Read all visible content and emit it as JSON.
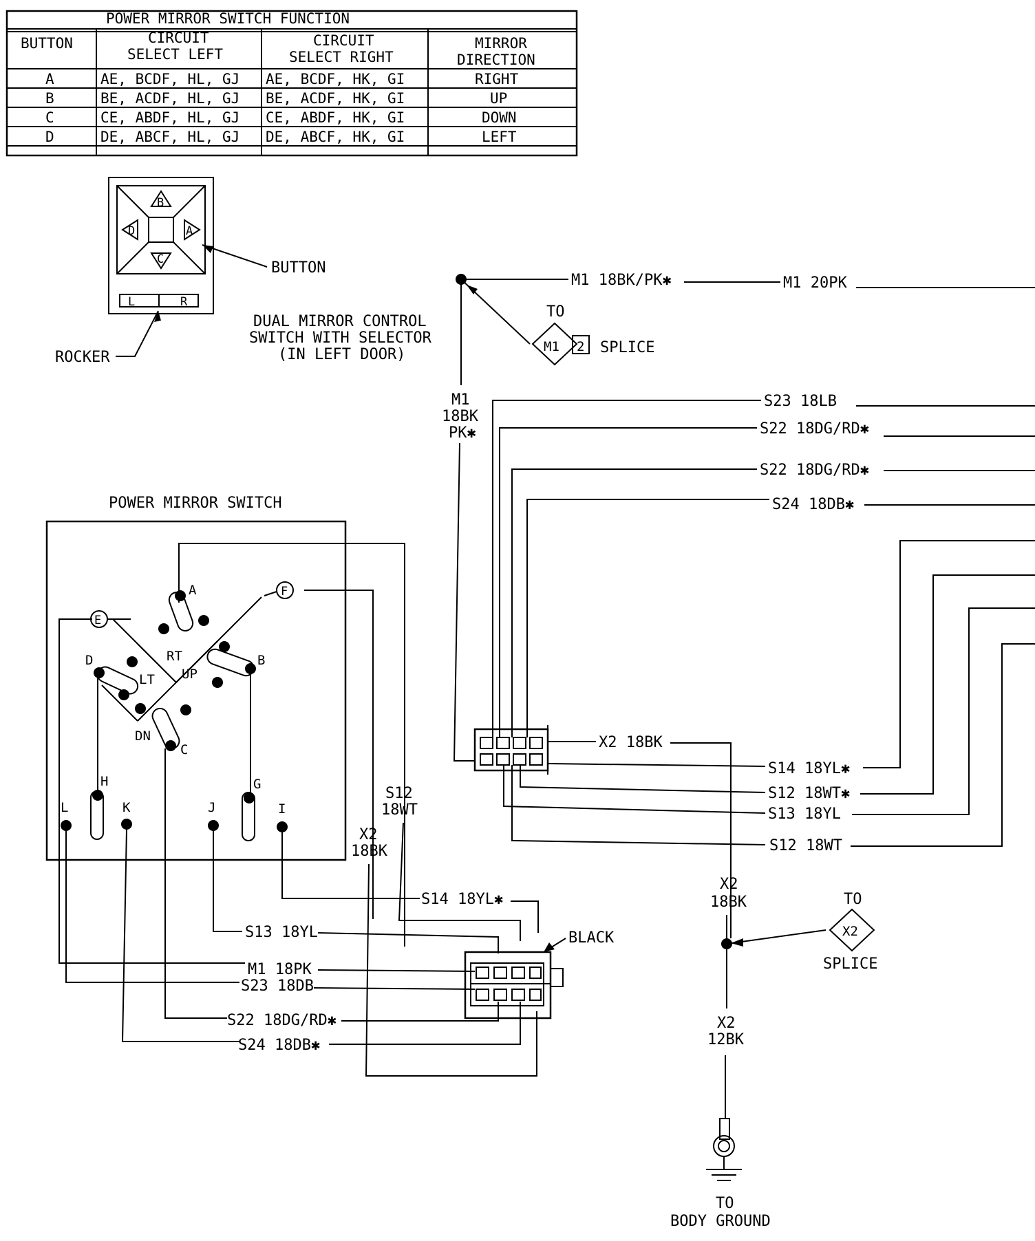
{
  "table": {
    "title": "POWER MIRROR SWITCH FUNCTION",
    "headers": {
      "button": "BUTTON",
      "left_1": "CIRCUIT",
      "left_2": "SELECT LEFT",
      "right_1": "CIRCUIT",
      "right_2": "SELECT RIGHT",
      "dir_1": "MIRROR",
      "dir_2": "DIRECTION"
    },
    "rows": [
      {
        "button": "A",
        "left": "AE, BCDF, HL, GJ",
        "right": "AE, BCDF, HK, GI",
        "direction": "RIGHT"
      },
      {
        "button": "B",
        "left": "BE, ACDF, HL, GJ",
        "right": "BE, ACDF, HK, GI",
        "direction": "UP"
      },
      {
        "button": "C",
        "left": "CE, ABDF, HL, GJ",
        "right": "CE, ABDF, HK, GI",
        "direction": "DOWN"
      },
      {
        "button": "D",
        "left": "DE, ABCF, HL, GJ",
        "right": "DE, ABCF, HK, GI",
        "direction": "LEFT"
      }
    ]
  },
  "control": {
    "keys": {
      "b": "B",
      "a": "A",
      "c": "C",
      "d": "D"
    },
    "rocker_l": "L",
    "rocker_r": "R",
    "button_label": "BUTTON",
    "rocker_label": "ROCKER",
    "caption_1": "DUAL MIRROR CONTROL",
    "caption_2": "SWITCH WITH SELECTOR",
    "caption_3": "(IN LEFT DOOR)"
  },
  "splice_m1": {
    "to": "TO",
    "code_a": "M1",
    "code_b": "2",
    "splice": "SPLICE"
  },
  "splice_x2": {
    "to": "TO",
    "code": "X2",
    "splice": "SPLICE"
  },
  "switch": {
    "title": "POWER MIRROR SWITCH",
    "terms": {
      "a": "A",
      "b": "B",
      "c": "C",
      "d": "D",
      "e": "E",
      "f": "F",
      "g": "G",
      "h": "H",
      "i": "I",
      "j": "J",
      "k": "K",
      "l": "L"
    },
    "rt": "RT",
    "up": "UP",
    "lt": "LT",
    "dn": "DN"
  },
  "wires": {
    "m1_top": "M1 18BK/PK✱",
    "m1_right": "M1 20PK",
    "m1_vert_1": "M1",
    "m1_vert_2": "18BK",
    "m1_vert_3": "PK✱",
    "s23_lb": "S23 18LB",
    "s22_a": "S22 18DG/RD✱",
    "s22_b": "S22 18DG/RD✱",
    "s24_db": "S24 18DB✱",
    "x2_18bk": "X2 18BK",
    "s14_yl": "S14 18YL✱",
    "s12_wt_star": "S12 18WT✱",
    "s13_yl": "S13 18YL",
    "s12_wt": "S12 18WT",
    "x2_vert_1": "X2",
    "x2_vert_2": "18BK",
    "x2_12_1": "X2",
    "x2_12_2": "12BK",
    "ground_1": "TO",
    "ground_2": "BODY GROUND",
    "s12_left_1": "S12",
    "s12_left_2": "18WT",
    "x2_left_1": "X2",
    "x2_left_2": "18BK",
    "s14_left": "S14 18YL✱",
    "s13_left": "S13 18YL",
    "black": "BLACK",
    "m1_18pk": "M1 18PK",
    "s23_18db": "S23 18DB",
    "s22_left": "S22 18DG/RD✱",
    "s24_left": "S24 18DB✱"
  }
}
